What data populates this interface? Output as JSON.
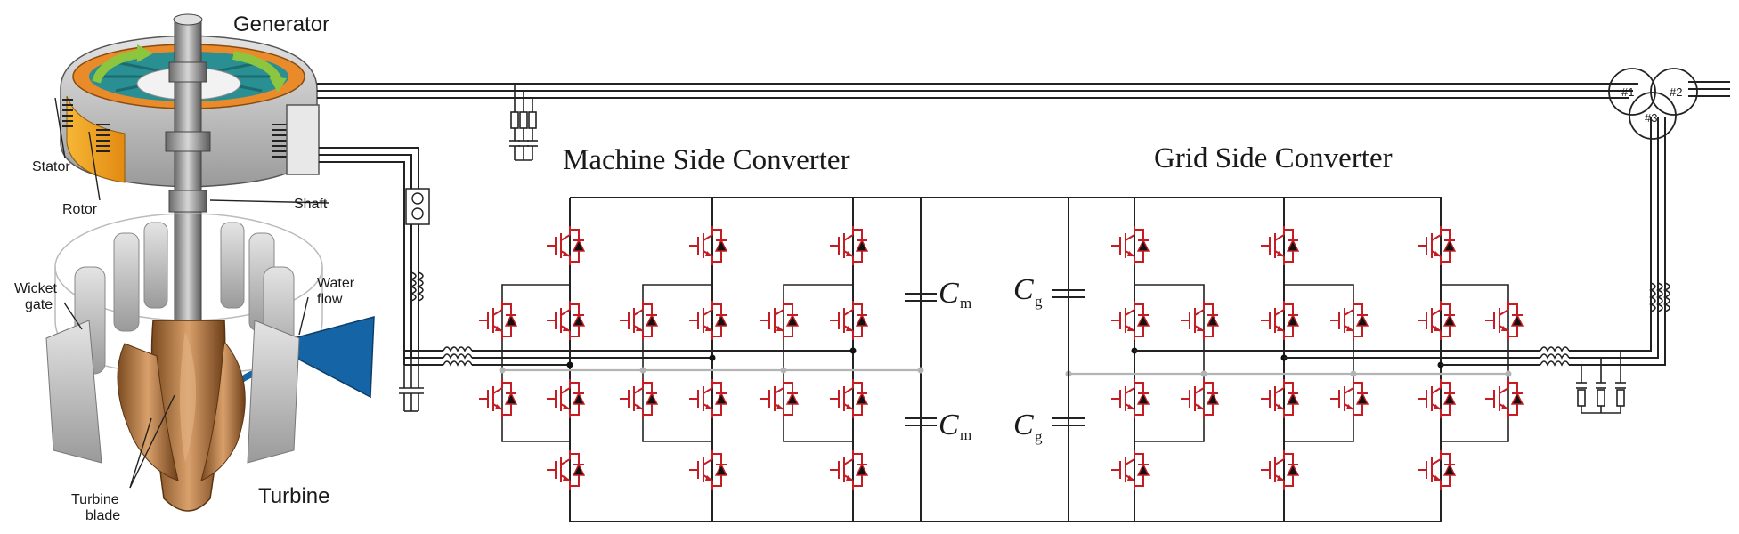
{
  "labels": {
    "generator": "Generator",
    "stator": "Stator",
    "rotor": "Rotor",
    "shaft": "Shaft",
    "wicket_gate": [
      "Wicket",
      "gate"
    ],
    "water_flow": [
      "Water",
      "flow"
    ],
    "turbine": "Turbine",
    "turbine_blade": [
      "Turbine",
      "blade"
    ],
    "machine_side_converter": "Machine Side Converter",
    "grid_side_converter": "Grid Side Converter",
    "cap_letter": "C",
    "cap_m_sub": "m",
    "cap_g_sub": "g",
    "transformer_1": "#1",
    "transformer_2": "#2",
    "transformer_3": "#3"
  },
  "colors": {
    "switch": "#c41e24",
    "wire": "#222222",
    "midline": "#b4b4b4",
    "water": "#1565a6",
    "turbine_bronze": "#b67a43",
    "stator_orange": "#f0a020",
    "rotor_teal": "#2a8f93",
    "arrow_green": "#8cc63f"
  }
}
